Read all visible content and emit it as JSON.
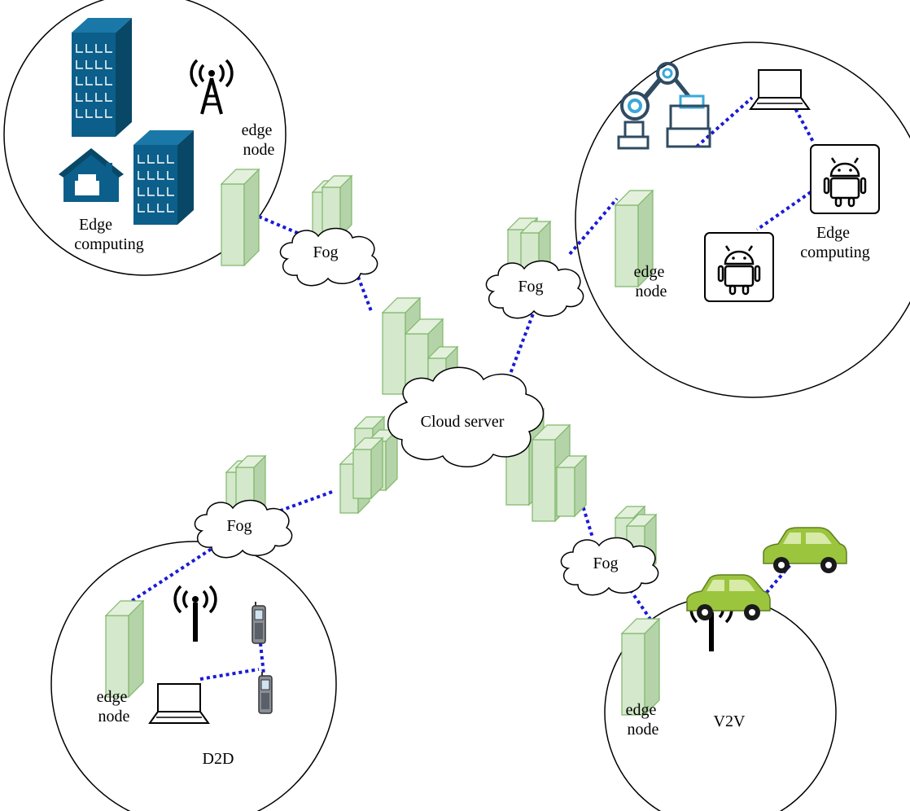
{
  "diagram": {
    "center": {
      "label": "Cloud server"
    },
    "fog_label": "Fog",
    "quadrants": {
      "top_left": {
        "edge_node": "edge\nnode",
        "computing": "Edge\ncomputing"
      },
      "top_right": {
        "edge_node": "edge\nnode",
        "computing": "Edge\ncomputing"
      },
      "bottom_left": {
        "edge_node": "edge\nnode",
        "link_type": "D2D"
      },
      "bottom_right": {
        "edge_node": "edge\nnode",
        "link_type": "V2V"
      }
    },
    "colors": {
      "server_fill": "#d4e8cc",
      "server_side": "#b5d3a9",
      "server_stroke": "#7fb86a",
      "link": "#1a1ad6",
      "building": "#0b5f8a",
      "car": "#9bc53d",
      "robot_dark": "#2f4b62",
      "robot_accent": "#3aa8d8"
    },
    "icons": [
      "building-icon",
      "house-icon",
      "antenna-icon",
      "robot-arm-icon",
      "laptop-icon",
      "android-icon",
      "mobile-phone-icon",
      "car-icon",
      "server-rack-icon",
      "cloud-icon"
    ]
  }
}
